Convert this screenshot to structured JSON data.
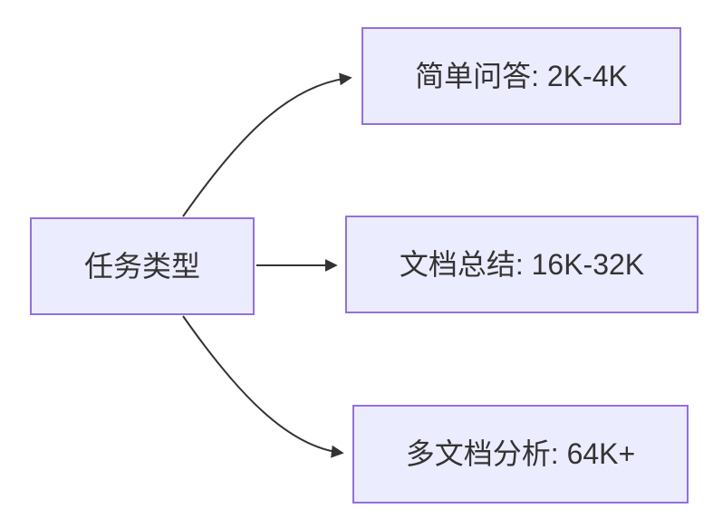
{
  "diagram": {
    "type": "flowchart",
    "root": {
      "label": "任务类型"
    },
    "branches": [
      {
        "label": "简单问答: 2K-4K"
      },
      {
        "label": "文档总结: 16K-32K"
      },
      {
        "label": "多文档分析: 64K+"
      }
    ]
  },
  "colors": {
    "canvas-bg": "#FFFFFF",
    "node-fill": "#ECECFF",
    "node-border": "#9370DB",
    "node-text": "#333333",
    "edge": "#333333"
  }
}
